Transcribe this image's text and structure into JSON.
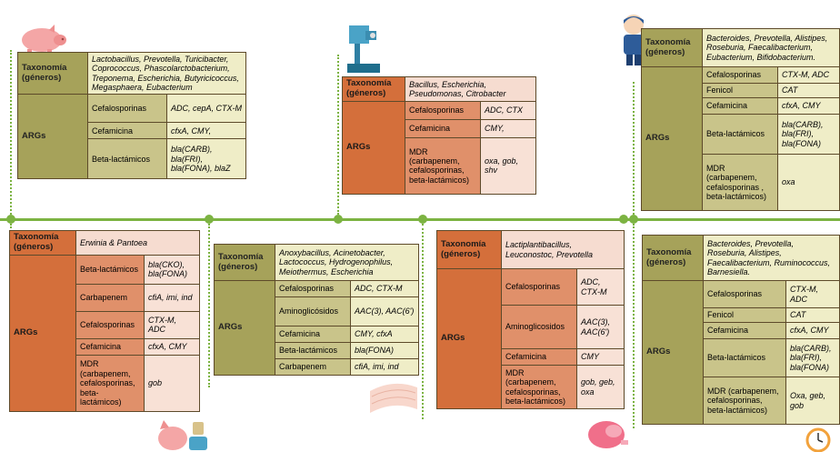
{
  "cards": {
    "c1": {
      "tax_label": "Taxonomía (géneros)",
      "taxa": "Lactobacillus, Prevotella, Turicibacter, Coprococcus, Phascolarctobacterium, Treponema, Escherichia, Butyricicoccus, Megasphaera, Eubacterium",
      "args_label": "ARGs",
      "rows": [
        {
          "cls": "Cefalosporinas",
          "genes": "ADC, cepA, CTX-M"
        },
        {
          "cls": "Cefamicina",
          "genes": "cfxA, CMY,"
        },
        {
          "cls": "Beta-lactámicos",
          "genes": "bla(CARB), bla(FRI), bla(FONA), blaZ"
        }
      ]
    },
    "c2": {
      "tax_label": "Taxonomía (géneros)",
      "taxa": "Bacillus, Escherichia, Pseudomonas, Citrobacter",
      "args_label": "ARGs",
      "rows": [
        {
          "cls": "Cefalosporinas",
          "genes": "ADC, CTX"
        },
        {
          "cls": "Cefamicina",
          "genes": "CMY,"
        },
        {
          "cls": "MDR (carbapenem, cefalosporinas, beta-lactámicos)",
          "genes": "oxa, gob, shv"
        }
      ]
    },
    "c3": {
      "tax_label": "Taxonomía (géneros)",
      "taxa": "Bacteroides, Prevotella, Alistipes, Roseburia, Faecalibacterium, Eubacterium, Bifidobacterium.",
      "args_label": "ARGs",
      "rows": [
        {
          "cls": "Cefalosporinas",
          "genes": "CTX-M, ADC"
        },
        {
          "cls": "Fenicol",
          "genes": "CAT"
        },
        {
          "cls": "Cefamicina",
          "genes": "cfxA, CMY"
        },
        {
          "cls": "Beta-lactámicos",
          "genes": "bla(CARB), bla(FRI), bla(FONA)"
        },
        {
          "cls": "MDR (carbapenem, cefalosporinas , beta-lactámicos)",
          "genes": "oxa"
        }
      ]
    },
    "c4": {
      "tax_label": "Taxonomía (géneros)",
      "taxa": "Erwinia & Pantoea",
      "args_label": "ARGs",
      "rows": [
        {
          "cls": "Beta-lactámicos",
          "genes": "bla(CKO), bla(FONA)"
        },
        {
          "cls": "Carbapenem",
          "genes": "cfiA, imi, ind"
        },
        {
          "cls": "Cefalosporinas",
          "genes": "CTX-M, ADC"
        },
        {
          "cls": "Cefamicina",
          "genes": "cfxA, CMY"
        },
        {
          "cls": "MDR (carbapenem, cefalosporinas, beta-lactámicos)",
          "genes": "gob"
        }
      ]
    },
    "c5": {
      "tax_label": "Taxonomía (géneros)",
      "taxa": "Anoxybacillus, Acinetobacter, Lactococcus, Hydrogenophilus, Meiothermus, Escherichia",
      "args_label": "ARGs",
      "rows": [
        {
          "cls": "Cefalosporinas",
          "genes": "ADC, CTX-M"
        },
        {
          "cls": "Aminoglicósidos",
          "genes": "AAC(3), AAC(6')"
        },
        {
          "cls": "Cefamicina",
          "genes": "CMY, cfxA"
        },
        {
          "cls": "Beta-lactámicos",
          "genes": "bla(FONA)"
        },
        {
          "cls": "Carbapenem",
          "genes": "cfiA, imi, ind"
        }
      ]
    },
    "c6": {
      "tax_label": "Taxonomía (géneros)",
      "taxa": "Lactiplantibacillus, Leuconostoc, Prevotella",
      "args_label": "ARGs",
      "rows": [
        {
          "cls": "Cefalosporinas",
          "genes": "ADC, CTX-M"
        },
        {
          "cls": "Aminoglicosidos",
          "genes": "AAC(3), AAC(6')"
        },
        {
          "cls": "Cefamicina",
          "genes": "CMY"
        },
        {
          "cls": "MDR (carbapenem, cefalosporinas, beta-lactámicos)",
          "genes": "gob, geb, oxa"
        }
      ]
    },
    "c7": {
      "tax_label": "Taxonomía (géneros)",
      "taxa": "Bacteroides, Prevotella, Roseburia, Alistipes, Faecalibacterium, Ruminococcus, Barnesiella.",
      "args_label": "ARGs",
      "rows": [
        {
          "cls": "Cefalosporinas",
          "genes": "CTX-M, ADC"
        },
        {
          "cls": "Fenicol",
          "genes": "CAT"
        },
        {
          "cls": "Cefamicina",
          "genes": "cfxA, CMY"
        },
        {
          "cls": "Beta-lactámicos",
          "genes": "bla(CARB), bla(FRI), bla(FONA)"
        },
        {
          "cls": "MDR (carbapenem, cefalosporinas, beta-lactámicos)",
          "genes": "Oxa, geb, gob"
        }
      ]
    }
  },
  "colors": {
    "timeline": "#7cb342",
    "olive_head": "#a6a25a",
    "orange_head": "#d46f3b"
  },
  "icons": [
    "pig-icon",
    "lab-equipment-icon",
    "person-icon",
    "pig-head-icon",
    "meat-slice-icon",
    "ham-icon",
    "person-clock-icon"
  ]
}
